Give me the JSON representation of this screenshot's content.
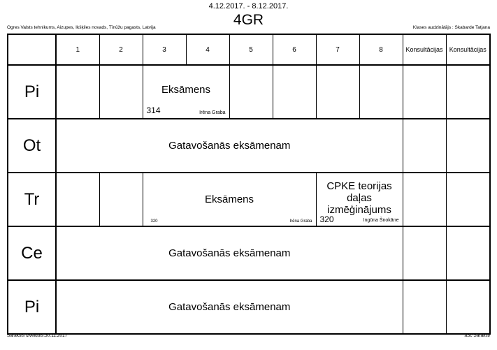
{
  "header": {
    "date_range": "4.12.2017. - 8.12.2017.",
    "class_title": "4GR",
    "school": "Ogres Valsts tehnikums, Aizupes, Ikšķiles novads, Tīnūžu pagasts, Latvija",
    "teacher": "Klases audzinātājs : Skabarde Tatjana"
  },
  "columns": [
    "1",
    "2",
    "3",
    "4",
    "5",
    "6",
    "7",
    "8",
    "Konsultācijas",
    "Konsultācijas"
  ],
  "days": [
    {
      "label": "Pi"
    },
    {
      "label": "Ot"
    },
    {
      "label": "Tr"
    },
    {
      "label": "Ce"
    },
    {
      "label": "Pi"
    }
  ],
  "lessons": {
    "mon_exam": {
      "subject": "Eksāmens",
      "room": "314",
      "teacher": "Irēna Graba"
    },
    "tue_prep": {
      "subject": "Gatavošanās eksāmenam"
    },
    "wed_exam": {
      "subject": "Eksāmens",
      "room": "320",
      "teacher": "Irēna Graba"
    },
    "wed_cpke": {
      "subject": "CPKE teorijas daļas izmēģinājums",
      "room": "320",
      "teacher": "Ingūna Šnokāne"
    },
    "thu_prep": {
      "subject": "Gatavošanās eksāmenam"
    },
    "fri_prep": {
      "subject": "Gatavošanās eksāmenam"
    }
  },
  "footer": {
    "created": "Saraksts izveidots:30.11.2017",
    "brand": "aSc Saraksti"
  }
}
